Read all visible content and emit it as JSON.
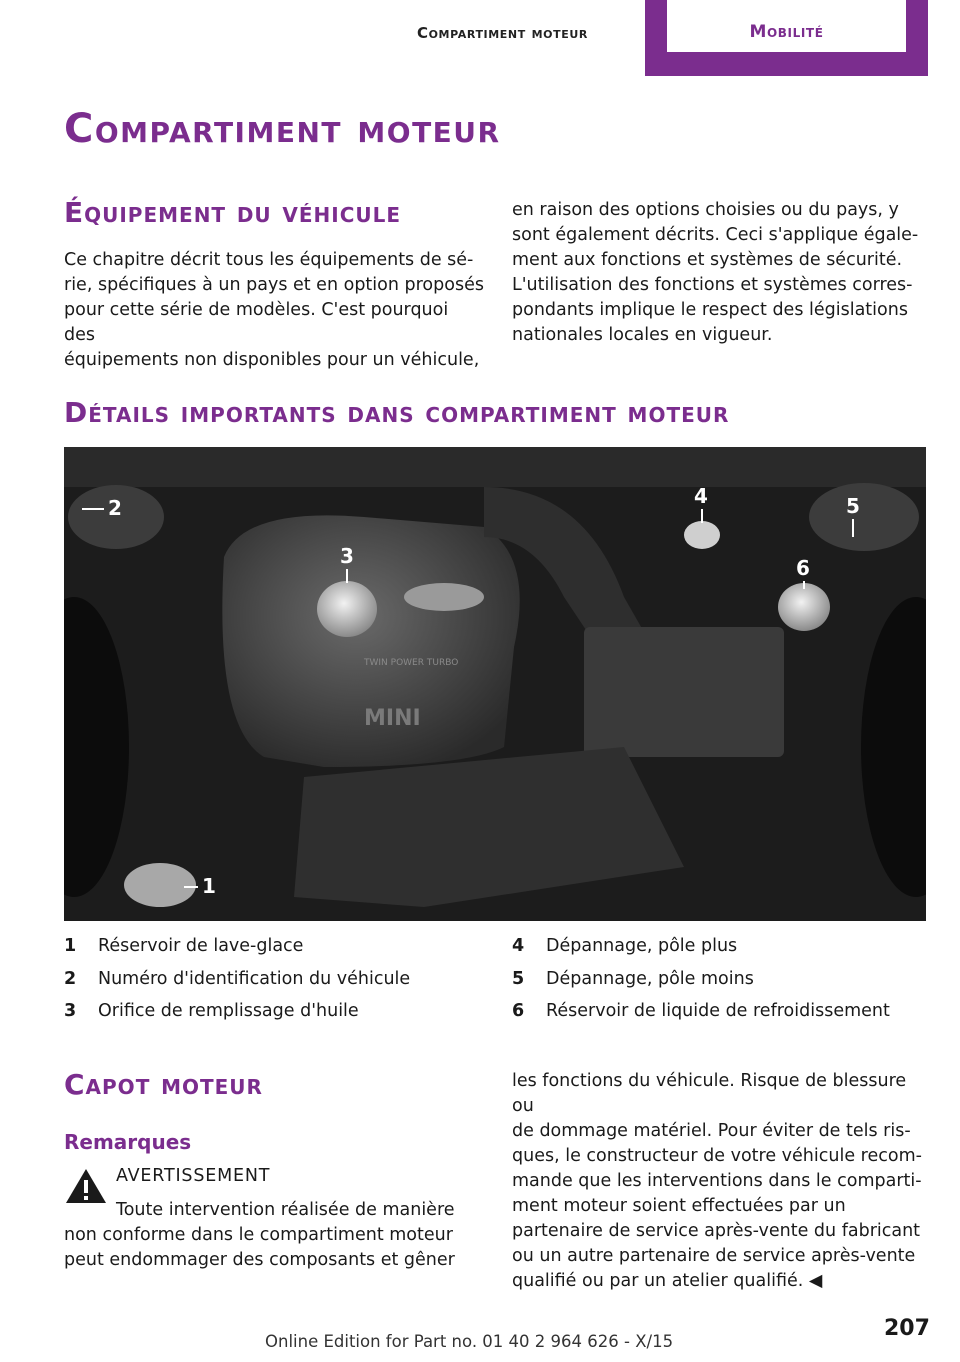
{
  "header": {
    "section": "Compartiment moteur",
    "chapter": "Mobilité"
  },
  "page_title": "Compartiment moteur",
  "vehicle_equipment": {
    "heading": "Équipement du véhicule",
    "col1_lines": [
      "Ce chapitre décrit tous les équipements de sé‐",
      "rie, spécifiques à un pays et en option proposés",
      "pour cette série de modèles. C'est pourquoi des",
      "équipements non disponibles pour un véhicule,"
    ],
    "col2_lines": [
      "en raison des options choisies ou du pays, y",
      "sont également décrits. Ceci s'applique égale‐",
      "ment aux fonctions et systèmes de sécurité.",
      "L'utilisation des fonctions et systèmes corres‐",
      "pondants implique le respect des législations",
      "nationales locales en vigueur."
    ]
  },
  "engine_details": {
    "heading": "Détails importants dans compartiment moteur",
    "callouts": [
      "1",
      "2",
      "3",
      "4",
      "5",
      "6"
    ],
    "embossed_text": [
      "TWIN POWER TURBO",
      "MINI"
    ],
    "legend_left": [
      {
        "num": "1",
        "text": "Réservoir de lave-glace"
      },
      {
        "num": "2",
        "text": "Numéro d'identification du véhicule"
      },
      {
        "num": "3",
        "text": "Orifice de remplissage d'huile"
      }
    ],
    "legend_right": [
      {
        "num": "4",
        "text": "Dépannage, pôle plus"
      },
      {
        "num": "5",
        "text": "Dépannage, pôle moins"
      },
      {
        "num": "6",
        "text": "Réservoir de liquide de refroidissement"
      }
    ]
  },
  "hood": {
    "heading": "Capot moteur",
    "subheading": "Remarques",
    "warning_title": "AVERTISSEMENT",
    "col1_lines": [
      "Toute intervention réalisée de manière",
      "non conforme dans le compartiment moteur",
      "peut endommager des composants et gêner"
    ],
    "col2_lines": [
      "les fonctions du véhicule. Risque de blessure ou",
      "de dommage matériel. Pour éviter de tels ris‐",
      "ques, le constructeur de votre véhicule recom‐",
      "mande que les interventions dans le comparti‐",
      "ment moteur soient effectuées par un",
      "partenaire de service après-vente du fabricant",
      "ou un autre partenaire de service après-vente",
      "qualifié ou par un atelier qualifié. ◀"
    ]
  },
  "footer": {
    "edition": "Online Edition for Part no. 01 40 2 964 626 - X/15",
    "page_number": "207"
  },
  "colors": {
    "accent_purple": "#7b2d8e",
    "text": "#1a1a1a"
  }
}
